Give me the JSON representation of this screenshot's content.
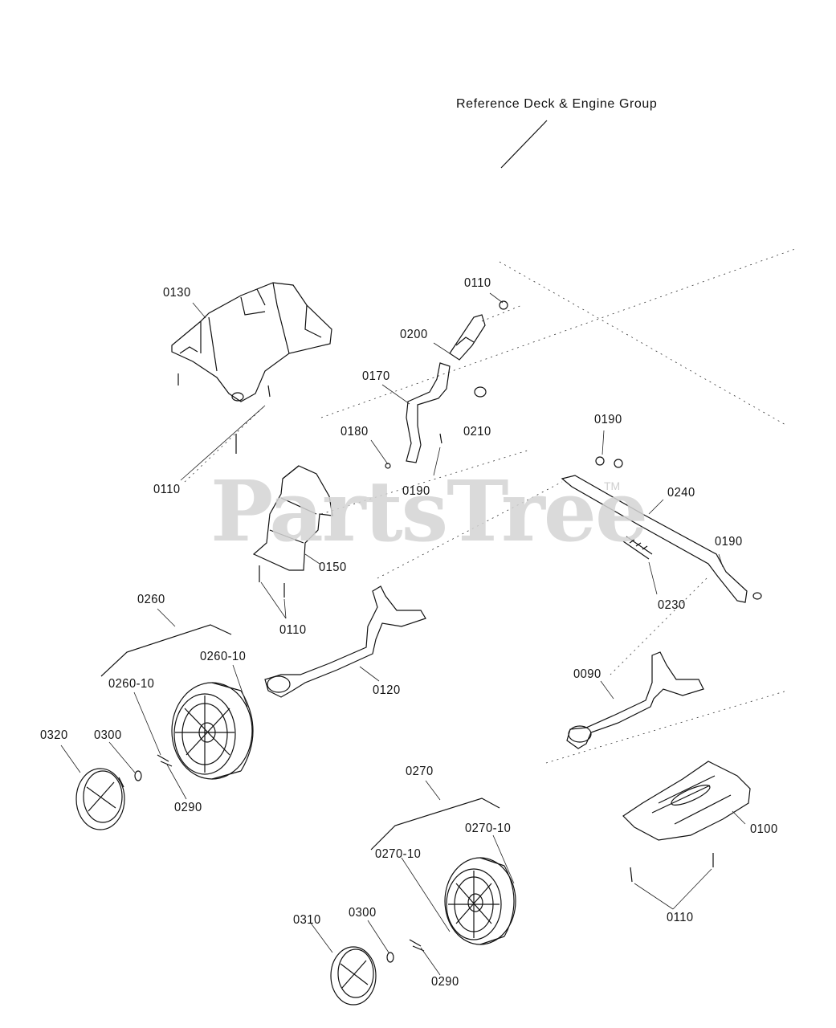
{
  "reference_note": "Reference Deck & Engine Group",
  "watermark": {
    "brand": "PartsTree",
    "trademark": "TM"
  },
  "part_labels": {
    "p0110_top": "0110",
    "p0130": "0130",
    "p0200": "0200",
    "p0170": "0170",
    "p0180": "0180",
    "p0210": "0210",
    "p0110_left": "0110",
    "p0190_mid": "0190",
    "p0190_right_top": "0190",
    "p0240": "0240",
    "p0190_right": "0190",
    "p0150": "0150",
    "p0230": "0230",
    "p0110_bracket": "0110",
    "p0260": "0260",
    "p0260_10_right": "0260-10",
    "p0260_10_left": "0260-10",
    "p0120": "0120",
    "p0090": "0090",
    "p0320": "0320",
    "p0300_left": "0300",
    "p0290_left": "0290",
    "p0270": "0270",
    "p0270_10_right": "0270-10",
    "p0270_10_left": "0270-10",
    "p0100": "0100",
    "p0310": "0310",
    "p0300_right": "0300",
    "p0290_right": "0290",
    "p0110_bottom": "0110"
  }
}
